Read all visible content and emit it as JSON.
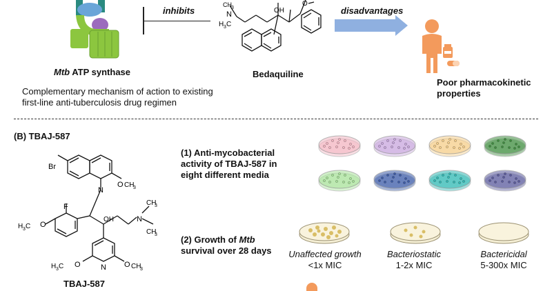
{
  "panelA": {
    "synthase_label_italic": "Mtb",
    "synthase_label_rest": " ATP synthase",
    "inhibits": "inhibits",
    "drug_name": "Bedaquiline",
    "disadvantages": "disadvantages",
    "outcome_line1": "Poor pharmacokinetic",
    "outcome_line2": "properties",
    "mechanism_line1": "Complementary mechanism of action to existing",
    "mechanism_line2": "first-line anti-tuberculosis drug regimen"
  },
  "panelB": {
    "header": "(B) TBAJ-587",
    "compound_name": "TBAJ-587",
    "assay1_line1": "(1) Anti-mycobacterial",
    "assay1_line2": "activity of TBAJ-587 in",
    "assay1_line3": "eight different media",
    "assay2_line1": "(2) Growth of ",
    "assay2_line1_italic": "Mtb",
    "assay2_line2": "survival over 28 days",
    "outcomes": [
      {
        "title": "Unaffected growth",
        "sub": "<1x MIC"
      },
      {
        "title": "Bacteriostatic",
        "sub": "1-2x MIC"
      },
      {
        "title": "Bactericidal",
        "sub": "5-300x MIC"
      }
    ]
  },
  "chem_labels": {
    "oh": "OH",
    "n": "N",
    "br": "Br",
    "f": "F",
    "o": "O",
    "h3c": "H3C",
    "ch3": "CH3"
  },
  "colors": {
    "arrow_blue": "#8fb0e0",
    "person_orange": "#f39a5c",
    "plate_colors": [
      "#f4b6c2",
      "#c9a7de",
      "#f7cf8a",
      "#3e8e3e",
      "#a8e39a",
      "#3a5aa8",
      "#2fbab5",
      "#5a5a9e"
    ]
  }
}
